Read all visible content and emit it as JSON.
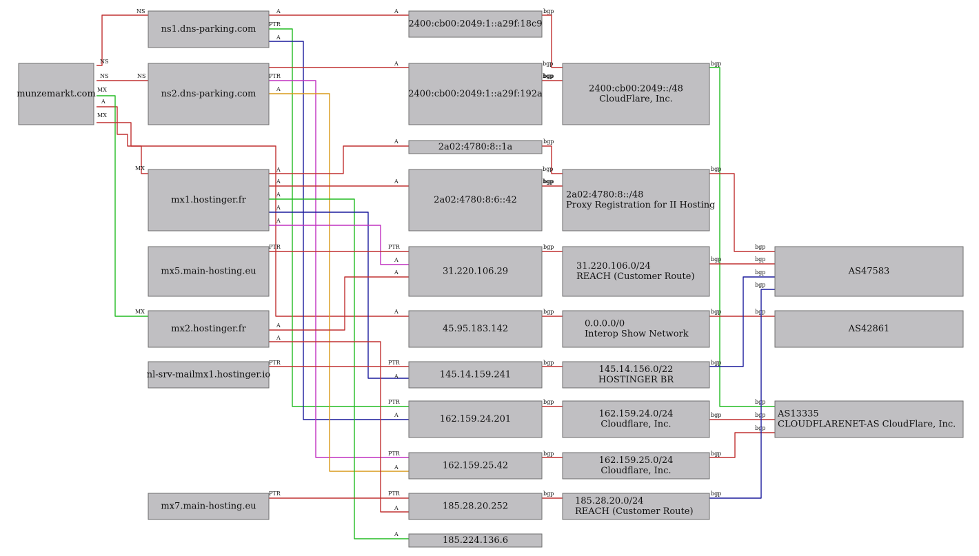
{
  "colors": {
    "red": "#c03030",
    "green": "#22bb22",
    "blue": "#1a1a9c",
    "magenta": "#c030c0",
    "orange": "#d99a1a",
    "node_fill": "#c0bfc2",
    "node_border": "#6e6e6e"
  },
  "nodes": [
    {
      "id": "munzemarkt",
      "lines": [
        "munzemarkt.com"
      ]
    },
    {
      "id": "ns1",
      "lines": [
        "ns1.dns-parking.com"
      ]
    },
    {
      "id": "ns2",
      "lines": [
        "ns2.dns-parking.com"
      ]
    },
    {
      "id": "mx1",
      "lines": [
        "mx1.hostinger.fr"
      ]
    },
    {
      "id": "mx5",
      "lines": [
        "mx5.main-hosting.eu"
      ]
    },
    {
      "id": "mx2",
      "lines": [
        "mx2.hostinger.fr"
      ]
    },
    {
      "id": "nlsrv",
      "lines": [
        "nl-srv-mailmx1.hostinger.io"
      ]
    },
    {
      "id": "mx7",
      "lines": [
        "mx7.main-hosting.eu"
      ]
    },
    {
      "id": "ip_2400_18c9",
      "lines": [
        "2400:cb00:2049:1::a29f:18c9"
      ]
    },
    {
      "id": "ip_2400_192a",
      "lines": [
        "2400:cb00:2049:1::a29f:192a"
      ]
    },
    {
      "id": "ip_2a02_1a",
      "lines": [
        "2a02:4780:8::1a"
      ]
    },
    {
      "id": "ip_2a02_42",
      "lines": [
        "2a02:4780:8:6::42"
      ]
    },
    {
      "id": "ip_31",
      "lines": [
        "31.220.106.29"
      ]
    },
    {
      "id": "ip_45",
      "lines": [
        "45.95.183.142"
      ]
    },
    {
      "id": "ip_145",
      "lines": [
        "145.14.159.241"
      ]
    },
    {
      "id": "ip_162_24",
      "lines": [
        "162.159.24.201"
      ]
    },
    {
      "id": "ip_162_25",
      "lines": [
        "162.159.25.42"
      ]
    },
    {
      "id": "ip_185_28",
      "lines": [
        "185.28.20.252"
      ]
    },
    {
      "id": "ip_185_224",
      "lines": [
        "185.224.136.6"
      ]
    },
    {
      "id": "net_2400",
      "lines": [
        "2400:cb00:2049::/48",
        "CloudFlare, Inc."
      ]
    },
    {
      "id": "net_2a02",
      "lines": [
        "2a02:4780:8::/48",
        "Proxy Registration for II Hosting"
      ]
    },
    {
      "id": "net_31",
      "lines": [
        "31.220.106.0/24",
        "REACH (Customer Route)"
      ]
    },
    {
      "id": "net_0",
      "lines": [
        "0.0.0.0/0",
        "Interop Show Network"
      ]
    },
    {
      "id": "net_145",
      "lines": [
        "145.14.156.0/22",
        "HOSTINGER BR"
      ]
    },
    {
      "id": "net_162_24",
      "lines": [
        "162.159.24.0/24",
        "Cloudflare, Inc."
      ]
    },
    {
      "id": "net_162_25",
      "lines": [
        "162.159.25.0/24",
        "Cloudflare, Inc."
      ]
    },
    {
      "id": "net_185_28",
      "lines": [
        "185.28.20.0/24",
        "REACH (Customer Route)"
      ]
    },
    {
      "id": "as47583",
      "lines": [
        "AS47583"
      ]
    },
    {
      "id": "as42861",
      "lines": [
        "AS42861"
      ]
    },
    {
      "id": "as13335",
      "lines": [
        "AS13335",
        "CLOUDFLARENET-AS CloudFlare, Inc."
      ]
    }
  ],
  "edges": [
    {
      "id": "e_ns_ns1",
      "color": "red",
      "labels": [
        "NS",
        "NS"
      ]
    },
    {
      "id": "e_ns_ns2",
      "color": "red",
      "labels": [
        "NS",
        "NS"
      ]
    },
    {
      "id": "e_mx_mx1",
      "color": "red",
      "labels": [
        "MX",
        "MX"
      ]
    },
    {
      "id": "e_mx_mx2",
      "color": "green",
      "labels": [
        "MX",
        "MX"
      ]
    },
    {
      "id": "e_a_45",
      "color": "red",
      "labels": [
        "A",
        "A"
      ]
    },
    {
      "id": "e_ns1_18c9",
      "color": "red",
      "labels": [
        "A",
        "A"
      ]
    },
    {
      "id": "e_ns1_162_24",
      "color": "green",
      "labels": [
        "PTR",
        "PTR"
      ]
    },
    {
      "id": "e_ns1_162_24_a",
      "color": "blue",
      "labels": [
        "A",
        "A"
      ]
    },
    {
      "id": "e_ns2_192a",
      "color": "red",
      "labels": [
        "A"
      ]
    },
    {
      "id": "e_ns2_162_25",
      "color": "magenta",
      "labels": [
        "PTR",
        "PTR"
      ]
    },
    {
      "id": "e_ns2_162_25_a",
      "color": "orange",
      "labels": [
        "A",
        "A"
      ]
    },
    {
      "id": "e_mx1_1a",
      "color": "red",
      "labels": [
        "A",
        "A"
      ]
    },
    {
      "id": "e_mx1_42",
      "color": "red",
      "labels": [
        "A",
        "A"
      ]
    },
    {
      "id": "e_mx1_185_224",
      "color": "green",
      "labels": [
        "A",
        "A"
      ]
    },
    {
      "id": "e_mx1_145",
      "color": "blue",
      "labels": [
        "A",
        "A"
      ]
    },
    {
      "id": "e_mx1_31",
      "color": "magenta",
      "labels": [
        "A",
        "A"
      ]
    },
    {
      "id": "e_mx5_31",
      "color": "red",
      "labels": [
        "PTR",
        "PTR"
      ]
    },
    {
      "id": "e_mx2_31",
      "color": "red",
      "labels": [
        "A",
        "A"
      ]
    },
    {
      "id": "e_mx2_185_28",
      "color": "red",
      "labels": [
        "A",
        "A"
      ]
    },
    {
      "id": "e_nl_145",
      "color": "red",
      "labels": [
        "PTR",
        "PTR"
      ]
    },
    {
      "id": "e_mx7_185_28",
      "color": "red",
      "labels": [
        "PTR",
        "PTR"
      ]
    },
    {
      "id": "e_18c9_net",
      "color": "red",
      "labels": [
        "bgp",
        "bgp"
      ]
    },
    {
      "id": "e_192a_net",
      "color": "red",
      "labels": [
        "bgp",
        "bgp"
      ]
    },
    {
      "id": "e_1a_net",
      "color": "red",
      "labels": [
        "bgp",
        "bgp"
      ]
    },
    {
      "id": "e_42_net",
      "color": "red",
      "labels": [
        "bgp",
        "bgp"
      ]
    },
    {
      "id": "e_31_net",
      "color": "red",
      "labels": [
        "bgp"
      ]
    },
    {
      "id": "e_45_net",
      "color": "red",
      "labels": [
        "bgp"
      ]
    },
    {
      "id": "e_145_net",
      "color": "red",
      "labels": [
        "bgp"
      ]
    },
    {
      "id": "e_162_24_net",
      "color": "red",
      "labels": [
        "bgp"
      ]
    },
    {
      "id": "e_162_25_net",
      "color": "red",
      "labels": [
        "bgp"
      ]
    },
    {
      "id": "e_185_28_net",
      "color": "red",
      "labels": [
        "bgp"
      ]
    },
    {
      "id": "e_net2400_as",
      "color": "green",
      "labels": [
        "bgp",
        "bgp"
      ]
    },
    {
      "id": "e_net2a02_as",
      "color": "red",
      "labels": [
        "bgp",
        "bgp"
      ]
    },
    {
      "id": "e_net31_as",
      "color": "red",
      "labels": [
        "bgp",
        "bgp"
      ]
    },
    {
      "id": "e_net0_as",
      "color": "red",
      "labels": [
        "bgp",
        "bgp"
      ]
    },
    {
      "id": "e_net145_as",
      "color": "blue",
      "labels": [
        "bgp",
        "bgp"
      ]
    },
    {
      "id": "e_net162_24_as",
      "color": "red",
      "labels": [
        "bgp",
        "bgp"
      ]
    },
    {
      "id": "e_net162_25_as",
      "color": "red",
      "labels": [
        "bgp",
        "bgp"
      ]
    },
    {
      "id": "e_net185_28_as",
      "color": "blue",
      "labels": [
        "bgp",
        "bgp"
      ]
    }
  ]
}
